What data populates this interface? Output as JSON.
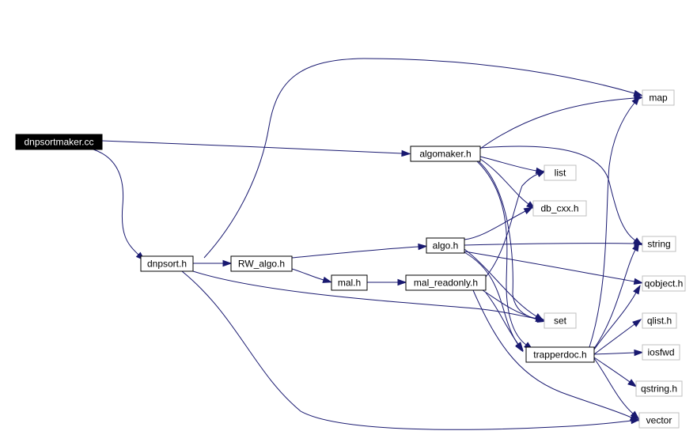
{
  "graph": {
    "nodes": [
      {
        "id": "dnpsortmaker",
        "label": "dnpsortmaker.cc",
        "kind": "root"
      },
      {
        "id": "algomaker",
        "label": "algomaker.h",
        "kind": "local"
      },
      {
        "id": "dnpsort",
        "label": "dnpsort.h",
        "kind": "local"
      },
      {
        "id": "rwalgo",
        "label": "RW_algo.h",
        "kind": "local"
      },
      {
        "id": "mal",
        "label": "mal.h",
        "kind": "local"
      },
      {
        "id": "malro",
        "label": "mal_readonly.h",
        "kind": "local"
      },
      {
        "id": "algo",
        "label": "algo.h",
        "kind": "local"
      },
      {
        "id": "trapperdoc",
        "label": "trapperdoc.h",
        "kind": "local"
      },
      {
        "id": "map",
        "label": "map",
        "kind": "external"
      },
      {
        "id": "list",
        "label": "list",
        "kind": "external"
      },
      {
        "id": "dbcxx",
        "label": "db_cxx.h",
        "kind": "external"
      },
      {
        "id": "string",
        "label": "string",
        "kind": "external"
      },
      {
        "id": "qobject",
        "label": "qobject.h",
        "kind": "external"
      },
      {
        "id": "set",
        "label": "set",
        "kind": "external"
      },
      {
        "id": "qlist",
        "label": "qlist.h",
        "kind": "external"
      },
      {
        "id": "iosfwd",
        "label": "iosfwd",
        "kind": "external"
      },
      {
        "id": "qstring",
        "label": "qstring.h",
        "kind": "external"
      },
      {
        "id": "vector",
        "label": "vector",
        "kind": "external"
      }
    ],
    "edges": [
      {
        "from": "dnpsortmaker",
        "to": "algomaker"
      },
      {
        "from": "dnpsortmaker",
        "to": "dnpsort"
      },
      {
        "from": "algomaker",
        "to": "map"
      },
      {
        "from": "algomaker",
        "to": "string"
      },
      {
        "from": "algomaker",
        "to": "list"
      },
      {
        "from": "algomaker",
        "to": "dbcxx"
      },
      {
        "from": "algomaker",
        "to": "set"
      },
      {
        "from": "algomaker",
        "to": "trapperdoc"
      },
      {
        "from": "dnpsort",
        "to": "map"
      },
      {
        "from": "dnpsort",
        "to": "rwalgo"
      },
      {
        "from": "dnpsort",
        "to": "set"
      },
      {
        "from": "dnpsort",
        "to": "vector"
      },
      {
        "from": "rwalgo",
        "to": "algo"
      },
      {
        "from": "rwalgo",
        "to": "mal"
      },
      {
        "from": "mal",
        "to": "malro"
      },
      {
        "from": "malro",
        "to": "set"
      },
      {
        "from": "malro",
        "to": "trapperdoc"
      },
      {
        "from": "malro",
        "to": "vector"
      },
      {
        "from": "malro",
        "to": "list"
      },
      {
        "from": "algo",
        "to": "dbcxx"
      },
      {
        "from": "algo",
        "to": "string"
      },
      {
        "from": "algo",
        "to": "qobject"
      },
      {
        "from": "algo",
        "to": "set"
      },
      {
        "from": "algo",
        "to": "trapperdoc"
      },
      {
        "from": "trapperdoc",
        "to": "map"
      },
      {
        "from": "trapperdoc",
        "to": "string"
      },
      {
        "from": "trapperdoc",
        "to": "qobject"
      },
      {
        "from": "trapperdoc",
        "to": "qlist"
      },
      {
        "from": "trapperdoc",
        "to": "iosfwd"
      },
      {
        "from": "trapperdoc",
        "to": "qstring"
      },
      {
        "from": "trapperdoc",
        "to": "vector"
      }
    ]
  }
}
